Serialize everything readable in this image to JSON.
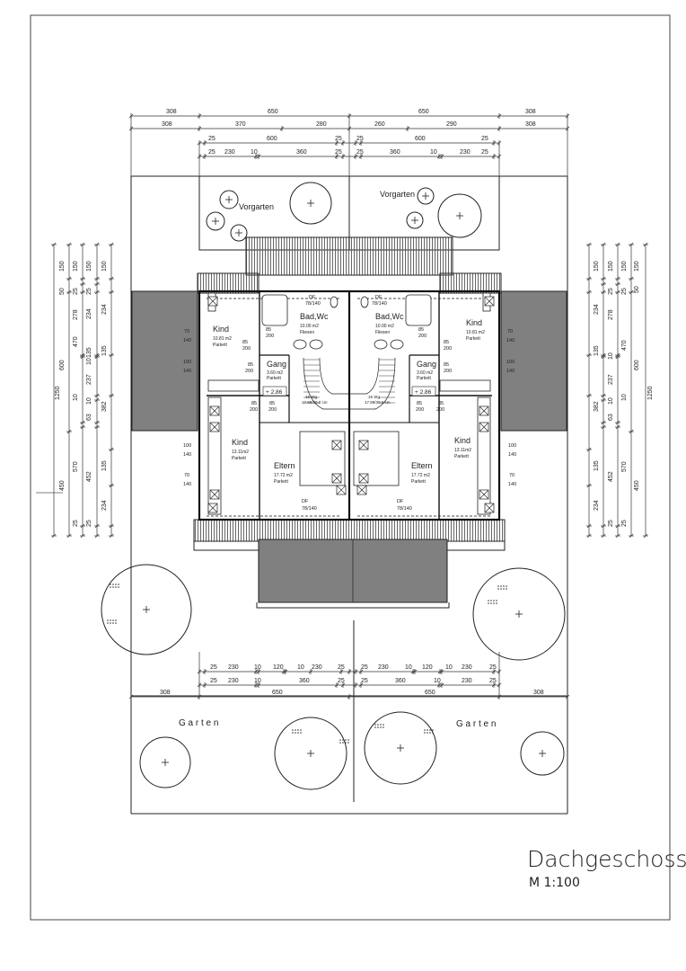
{
  "title": "Dachgeschoss",
  "scale": "M 1:100",
  "outdoor": {
    "vorgarten_left": "Vorgarten",
    "vorgarten_right": "Vorgarten",
    "garten_left": "G a r t e n",
    "garten_right": "G a r t e n"
  },
  "dimensions": {
    "top_row1": [
      "308",
      "650",
      "650",
      "308"
    ],
    "top_row2": [
      "308",
      "370",
      "280",
      "260",
      "290",
      "308"
    ],
    "top_row3": [
      "25",
      "600",
      "25",
      "25",
      "600",
      "25"
    ],
    "top_row4": [
      "25",
      "230",
      "10",
      "360",
      "25",
      "25",
      "360",
      "10",
      "230",
      "25"
    ],
    "bottom_row1": [
      "25",
      "230",
      "10",
      "120",
      "10",
      "230",
      "25",
      "25",
      "230",
      "10",
      "120",
      "10",
      "230",
      "25"
    ],
    "bottom_row2": [
      "25",
      "230",
      "10",
      "360",
      "25",
      "25",
      "360",
      "10",
      "230",
      "25"
    ],
    "bottom_row3": [
      "308",
      "650",
      "650",
      "308"
    ],
    "left_a": [
      "1250"
    ],
    "left_b": [
      "150",
      "50",
      "600",
      "450"
    ],
    "left_c": [
      "150",
      "25",
      "278",
      "470",
      "10",
      "570",
      "25"
    ],
    "left_d": [
      "150",
      "25",
      "234",
      "135",
      "10",
      "237",
      "10",
      "63",
      "452",
      "25"
    ],
    "left_e": [
      "150",
      "234",
      "135",
      "382",
      "135",
      "234"
    ],
    "right_a": [
      "150",
      "234",
      "135",
      "382",
      "135",
      "234"
    ],
    "right_b": [
      "150",
      "25",
      "278",
      "10",
      "237",
      "10",
      "63",
      "452",
      "25"
    ],
    "right_c": [
      "150",
      "25",
      "470",
      "10",
      "570",
      "25"
    ],
    "right_d": [
      "150",
      "50",
      "600",
      "450"
    ],
    "right_e": [
      "1250"
    ]
  },
  "rooms": [
    {
      "name": "Kind",
      "area": "10.81 m2",
      "floor": "Parkett"
    },
    {
      "name": "Bad,Wc",
      "area": "10.00 m2",
      "floor": "Fliesen"
    },
    {
      "name": "Gang",
      "area": "3.60 m2",
      "floor": "Parkett"
    },
    {
      "name": "Kind",
      "area": "13.11m2",
      "floor": "Parkett"
    },
    {
      "name": "Eltern",
      "area": "17.72 m2",
      "floor": "Parkett"
    },
    {
      "name": "Bad,Wc",
      "area": "10.00 m2",
      "floor": "Fliesen"
    },
    {
      "name": "Kind",
      "area": "10.81 m2",
      "floor": "Parkett"
    },
    {
      "name": "Gang",
      "area": "3.60 m2",
      "floor": "Parkett"
    },
    {
      "name": "Kind",
      "area": "13.11m2",
      "floor": "Parkett"
    },
    {
      "name": "Eltern",
      "area": "17.72 m2",
      "floor": "Parkett"
    }
  ],
  "annotations": {
    "df_top_left": "DF",
    "df_top_left_size": "78/140",
    "df_top_right": "DF",
    "df_top_right_size": "78/140",
    "df_bottom_left": "DF",
    "df_bottom_left_size": "78/140",
    "df_bottom_right": "DF",
    "df_bottom_right_size": "78/140",
    "level_left": "+ 2.86",
    "level_right": "+ 2.86",
    "stair_left": "16 Stg",
    "stair_left_detail": "17.89/30.0 cm",
    "stair_right": "16 Stg",
    "stair_right_detail": "17.89/30.0 cm",
    "win_l1": "70",
    "win_l1b": "140",
    "win_l2": "100",
    "win_l2b": "140",
    "win_l3": "100",
    "win_l3b": "140",
    "win_l4": "70",
    "win_l4b": "140",
    "win_r1": "70",
    "win_r1b": "140",
    "win_r2": "100",
    "win_r2b": "140",
    "win_r3": "100",
    "win_r3b": "140",
    "win_r4": "70",
    "win_r4b": "140",
    "door_l1": "85",
    "door_l1b": "200",
    "door_l2": "85",
    "door_l2b": "200",
    "door_l3": "85",
    "door_l3b": "200",
    "door_l4": "85",
    "door_l4b": "200",
    "door_l5": "85",
    "door_l5b": "200",
    "door_r1": "85",
    "door_r1b": "200",
    "door_r2": "85",
    "door_r2b": "200",
    "door_r3": "85",
    "door_r3b": "200",
    "door_r4": "85",
    "door_r4b": "200",
    "door_r5": "85",
    "door_r5b": "200"
  }
}
